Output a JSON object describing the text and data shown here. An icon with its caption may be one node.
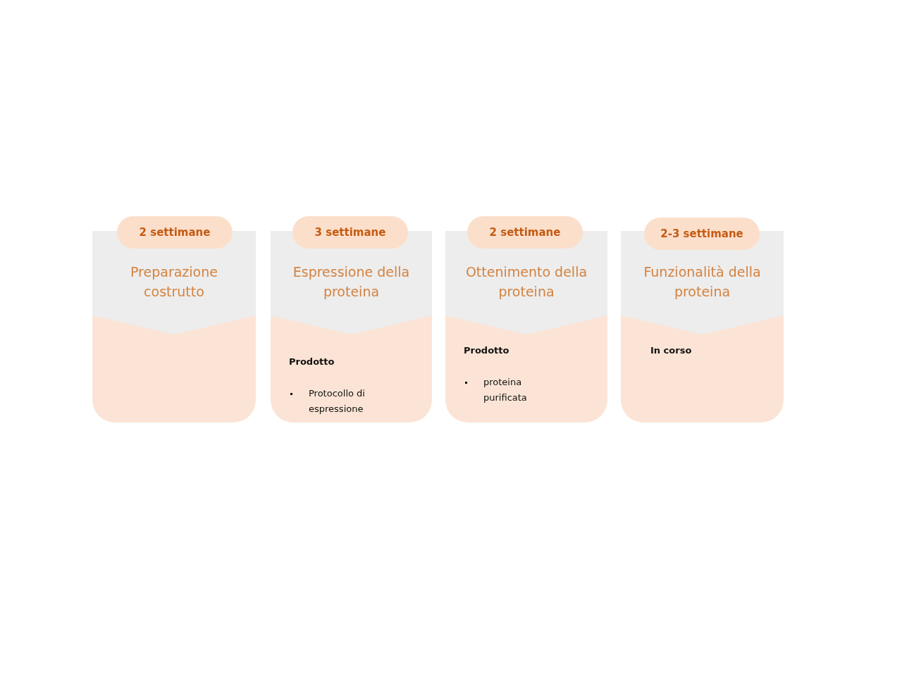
{
  "diagram": {
    "nodes": [
      {
        "text": [
          "2 settimane"
        ]
      },
      {
        "text": [
          "Preparazione costrutto"
        ]
      },
      {
        "text": [
          "3 settimane"
        ]
      },
      {
        "text": [
          "Espressione della proteina",
          "Prodotto",
          "Protocollo di espressione"
        ]
      },
      {
        "text": [
          "2 settimane"
        ]
      },
      {
        "text": [
          "Ottenimento della proteina",
          "Prodotto",
          "proteina purificata"
        ]
      },
      {
        "text": [
          "2-3 settimane"
        ]
      },
      {
        "text": [
          "Funzionalità della proteina",
          "In corso"
        ]
      }
    ]
  }
}
